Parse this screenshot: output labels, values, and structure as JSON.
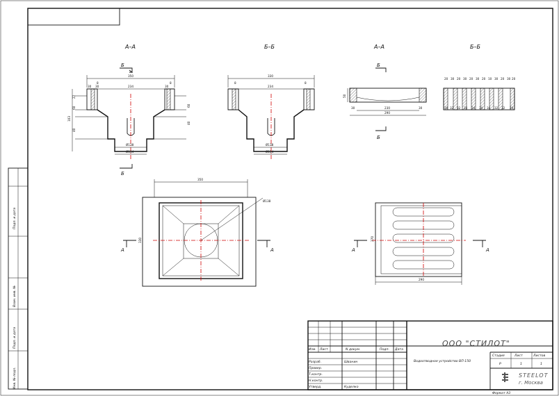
{
  "sections": {
    "aa_left": "А–А",
    "bb_left": "Б–Б",
    "aa_right": "А–А",
    "bb_right": "Б–Б"
  },
  "markers": {
    "a": "А",
    "b": "Б"
  },
  "dims": {
    "w350": "350",
    "w330": "330",
    "w234": "234",
    "w8": "8",
    "w30": "30",
    "w20": "20",
    "h103": "103",
    "h60": "60",
    "h40": "40",
    "h22": "22",
    "d138": "Ø138",
    "d154": "Ø154",
    "w290": "290",
    "w230": "230",
    "w250": "250",
    "h50": "50",
    "w32": "32",
    "w34": "34",
    "w10": "10",
    "dia138": "Ø138",
    "h330": "330",
    "h270": "270"
  },
  "side_stamp": {
    "inv_orig": "Инв. № подл.",
    "sign_date": "Подп. и дата",
    "zam_inv": "Взам. инв. №"
  },
  "title_block": {
    "company": "ООО \"СТИЛОТ\"",
    "product": "Водоотводное устройство ВП-150",
    "hdr_izm": "Изм.",
    "hdr_list": "Лист",
    "hdr_doc": "N докум.",
    "hdr_podp": "Подп.",
    "hdr_data": "Дата",
    "razrab": "Разраб.",
    "razrab_name": "Шванин",
    "prover": "Провер.",
    "tkontr": "Т.контр.",
    "nkontr": "Н.контр.",
    "utverd": "Утверд.",
    "utverd_name": "Куделко",
    "stadia": "Стадия",
    "list": "Лист",
    "listov": "Листов",
    "stadia_val": "Р",
    "list_val": "1",
    "listov_val": "1",
    "logo_line1": "STEELOT",
    "logo_line2": "г. Москва",
    "format": "Формат А3"
  }
}
